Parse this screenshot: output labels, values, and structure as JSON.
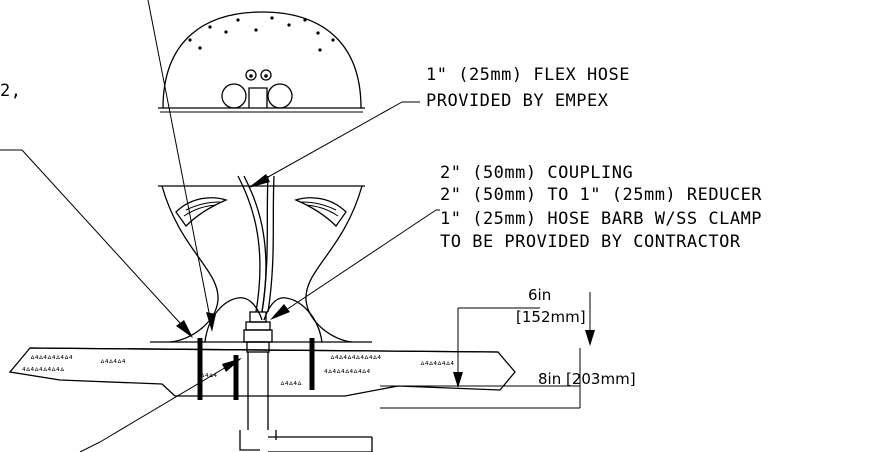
{
  "labels": {
    "flex_hose_1": "1\" (25mm) FLEX HOSE",
    "flex_hose_2": "PROVIDED BY EMPEX",
    "coupling": "2\" (50mm) COUPLING",
    "reducer": "2\" (50mm) TO 1\" (25mm) REDUCER",
    "hose_barb": "1\" (25mm) HOSE BARB W/SS CLAMP",
    "contractor": "TO BE PROVIDED BY CONTRACTOR",
    "cut_off_fragment": "2,"
  },
  "dimensions": {
    "depth_6in_imperial": "6in",
    "depth_6in_metric": "[152mm]",
    "slab_8in": "8in [203mm]"
  },
  "colors": {
    "ink": "#000000",
    "paper": "#ffffff"
  }
}
